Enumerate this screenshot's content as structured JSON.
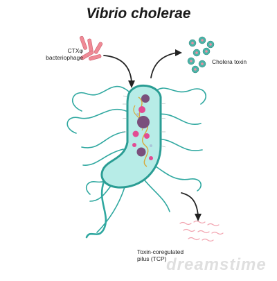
{
  "title": "Vibrio cholerae",
  "labels": {
    "phage_line1": "CTXφ",
    "phage_line2": "bacteriophage",
    "toxin": "Cholera toxin",
    "tcp_line1": "Toxin-coregulated",
    "tcp_line2": "pilus (TCP)"
  },
  "watermark": "dreamstime",
  "colors": {
    "cell_body": "#b7ece7",
    "cell_outline": "#2a9d94",
    "flagellum": "#2fa8a0",
    "phage": "#f08a96",
    "toxin": "#4bb4a8",
    "pilus": "#f2a2ae",
    "organelle_purple": "#7a4f7c",
    "organelle_magenta": "#e24c93",
    "dna": "#d8a93a"
  }
}
